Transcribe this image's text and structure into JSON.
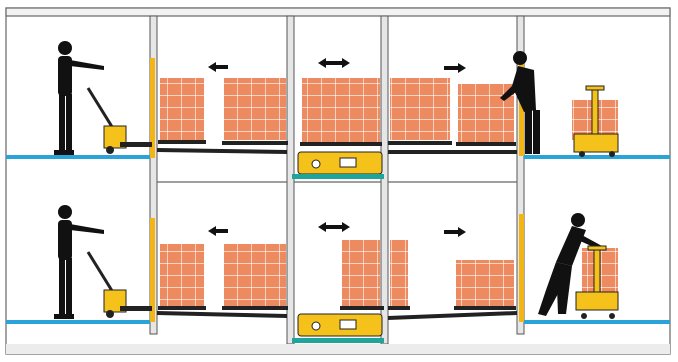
{
  "diagram": {
    "subject": "pallet-shuttle-warehouse-flow",
    "colors": {
      "background": "#ffffff",
      "frame": "#555555",
      "column_fill": "#e6e6e6",
      "floor_line": "#2aa3d9",
      "carrier_pad": "#1fa39a",
      "box_fill": "#ee8a5f",
      "box_grid": "#ffffff",
      "pallet": "#222222",
      "forklift_yellow": "#f5c21b",
      "upright_yellow": "#f2b516",
      "silhouette": "#111111",
      "arrow": "#111111",
      "footer_bg": "#ececec"
    },
    "icons": [
      "left-arrow-icon",
      "double-arrow-icon",
      "right-arrow-icon",
      "operator-silhouette-icon",
      "pallet-jack-icon",
      "lift-truck-icon",
      "shuttle-carrier-icon",
      "box-stack-icon"
    ],
    "levels": [
      {
        "name": "upper-level"
      },
      {
        "name": "lower-level"
      }
    ],
    "footer_text": ""
  }
}
